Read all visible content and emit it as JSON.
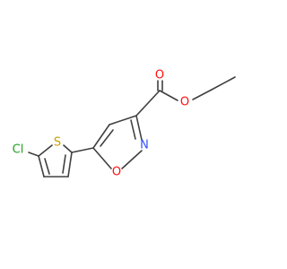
{
  "molecule": {
    "atoms": {
      "carbonyl_oxygen": {
        "symbol": "O",
        "color": "#ff0d0d"
      },
      "ester_oxygen": {
        "symbol": "O",
        "color": "#ff0d0d"
      },
      "ring_oxygen": {
        "symbol": "O",
        "color": "#ff0d0d"
      },
      "ring_nitrogen": {
        "symbol": "N",
        "color": "#3050f8"
      },
      "thiophene_sulfur": {
        "symbol": "S",
        "color": "#c8a000"
      },
      "chlorine": {
        "symbol": "Cl",
        "color": "#1fa01f"
      }
    },
    "bond_color": "#404040"
  }
}
